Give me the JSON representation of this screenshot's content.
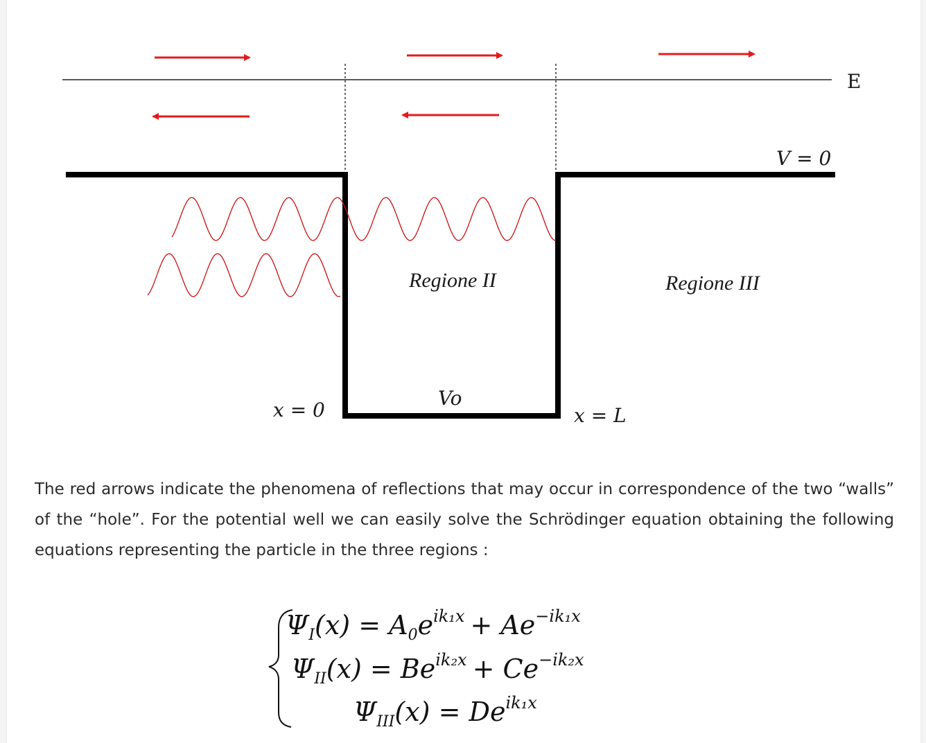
{
  "diagram": {
    "labels": {
      "energy": "E",
      "v_zero": "V = 0",
      "v0": "Vo",
      "x_zero": "x = 0",
      "x_L": "x = L",
      "region_II": "Regione II",
      "region_III": "Regione III"
    },
    "colors": {
      "arrows": "#e41b1b",
      "waves": "#cc1010",
      "potential": "#000000",
      "energy_line": "#222222"
    }
  },
  "text": {
    "paragraph": "The red arrows indicate the phenomena of reflections that may occur in correspondence of the two “walls” of the “hole”. For the potential well we can easily solve the Schrödinger equation obtaining the following equations representing the particle in the three regions :"
  },
  "equations": {
    "eq1": {
      "lhs": "Ψ",
      "lhs_sub": "I",
      "arg": "(x) = A",
      "coef_sub": "0",
      "e1": "e",
      "exp1": "ik₁x",
      "mid": "+ Ae",
      "exp2": "−ik₁x"
    },
    "eq2": {
      "lhs": "Ψ",
      "lhs_sub": "II",
      "arg": "(x) = Be",
      "exp1": "ik₂x",
      "mid": "+ Ce",
      "exp2": "−ik₂x"
    },
    "eq3": {
      "lhs": "Ψ",
      "lhs_sub": "III",
      "arg": "(x) = De",
      "exp1": "ik₁x"
    }
  }
}
